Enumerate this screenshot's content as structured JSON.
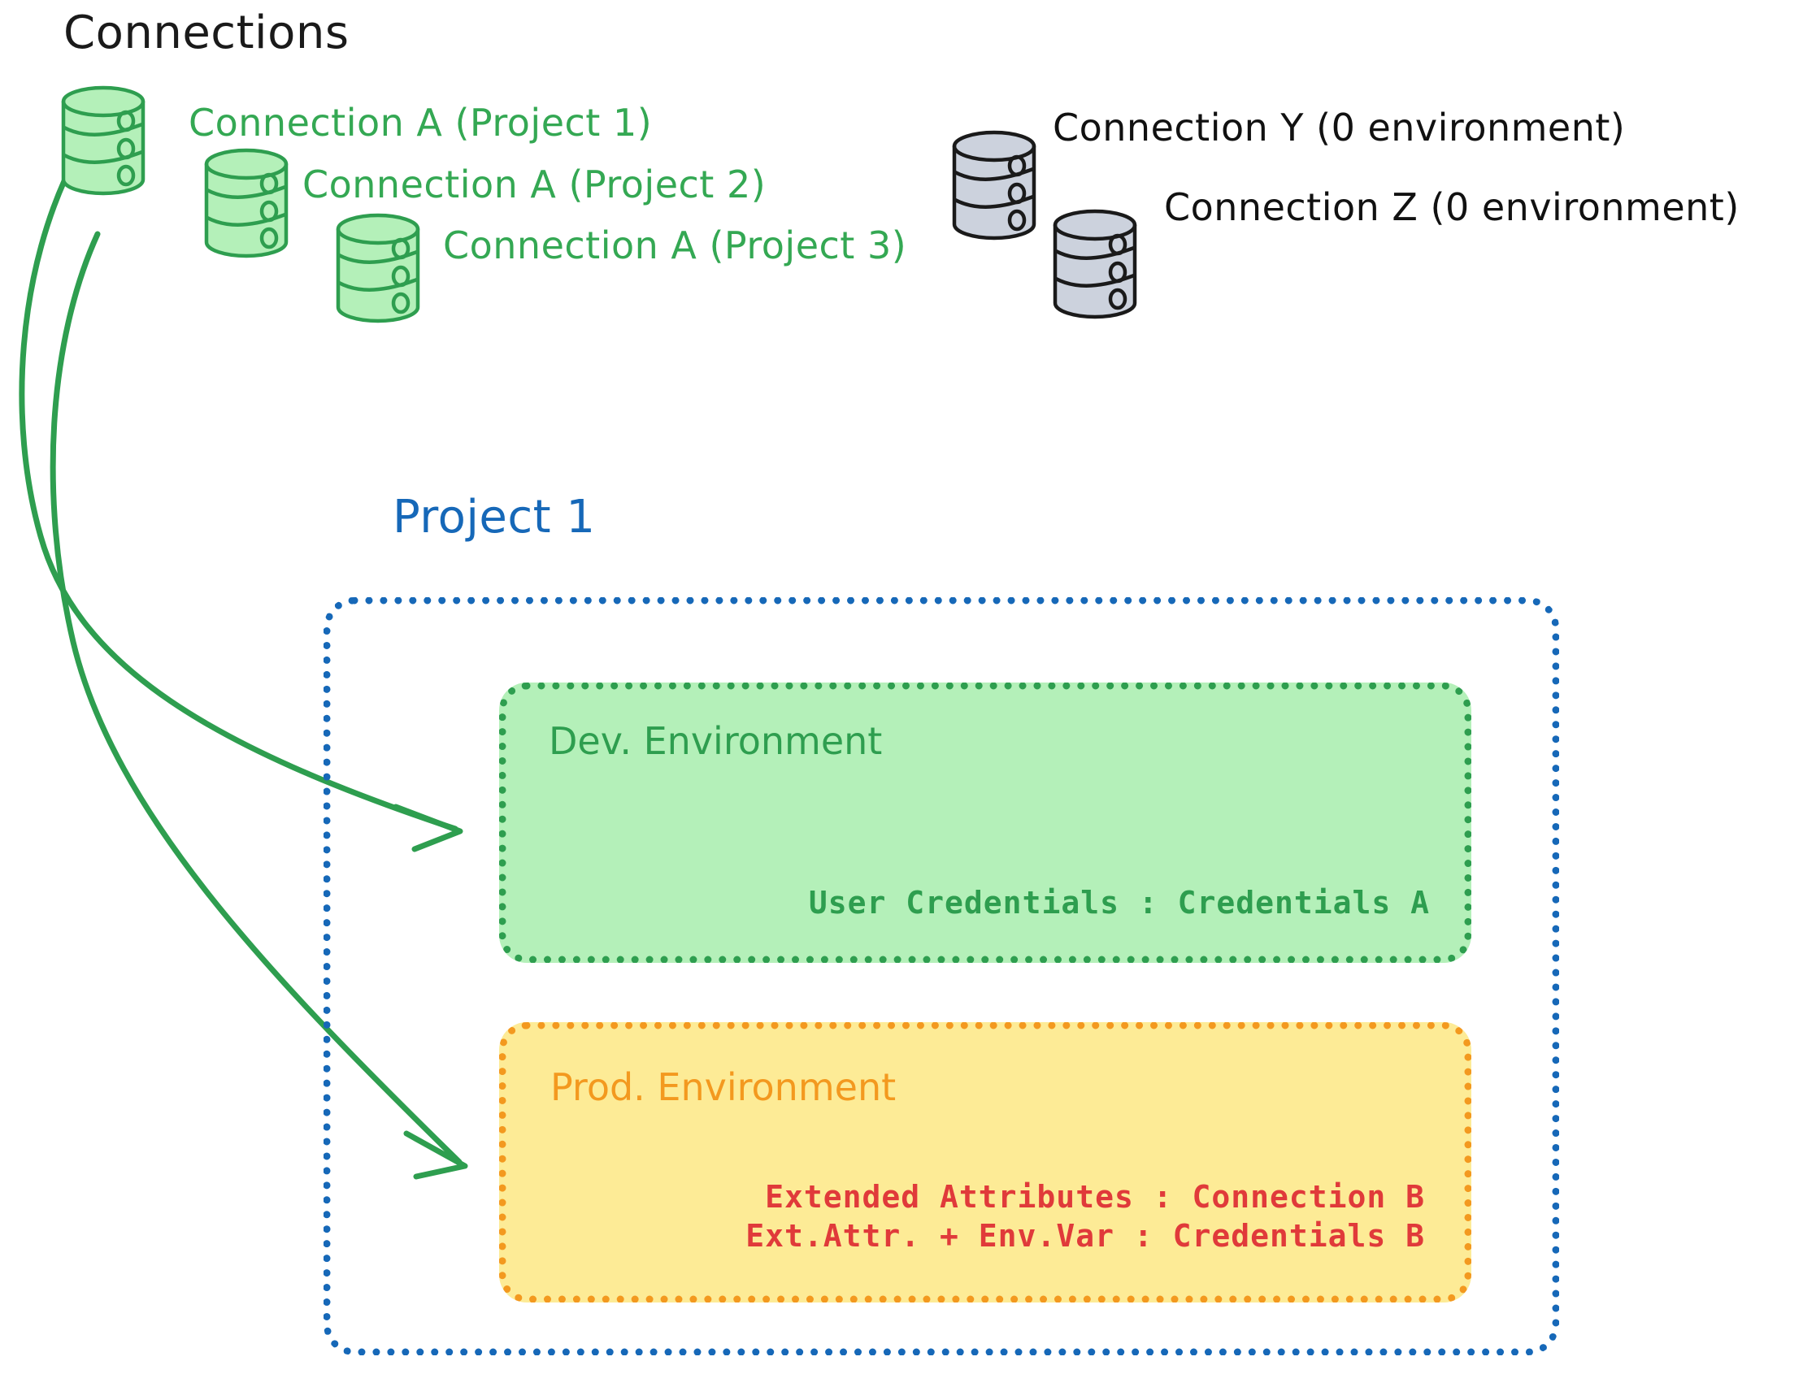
{
  "title": "Connections",
  "connections": [
    {
      "label": "Connection A (Project 1)",
      "color": "#34a853",
      "state": "green"
    },
    {
      "label": "Connection A (Project 2)",
      "color": "#34a853",
      "state": "green"
    },
    {
      "label": "Connection A (Project 3)",
      "color": "#34a853",
      "state": "green"
    },
    {
      "label": "Connection Y (0 environment)",
      "color": "#111111",
      "state": "gray"
    },
    {
      "label": "Connection Z (0 environment)",
      "color": "#111111",
      "state": "gray"
    }
  ],
  "project": {
    "title": "Project 1",
    "border_color": "#1668b8",
    "environments": [
      {
        "title": "Dev. Environment",
        "fill": "#b4f0b9",
        "stroke": "#2e9e4f",
        "text_color": "#2e9e4f",
        "rows": [
          "User Credentials : Credentials A"
        ]
      },
      {
        "title": "Prod. Environment",
        "fill": "#fdeb96",
        "stroke": "#f3991f",
        "text_color": "#e03a3a",
        "rows": [
          "Extended Attributes : Connection B",
          "Ext.Attr. + Env.Var : Credentials B"
        ]
      }
    ]
  },
  "arrows": {
    "color": "#2e9e4f",
    "count": 2,
    "from": "Connection A (Project 1)",
    "to": [
      "Dev. Environment",
      "Prod. Environment"
    ]
  },
  "icons": {
    "database_green": "database-cylinder-icon",
    "database_gray": "database-cylinder-icon"
  }
}
